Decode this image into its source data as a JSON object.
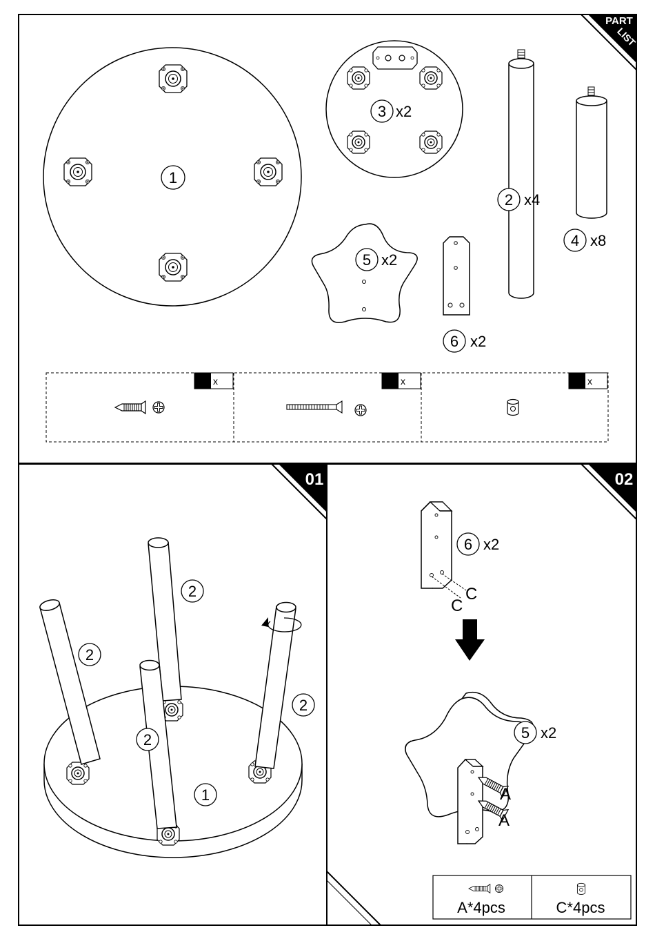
{
  "part_list": {
    "corner_label_line1": "PART",
    "corner_label_line2": "LIST",
    "parts": [
      {
        "number": "1",
        "qty": ""
      },
      {
        "number": "2",
        "qty": "x4"
      },
      {
        "number": "3",
        "qty": "x2"
      },
      {
        "number": "4",
        "qty": "x8"
      },
      {
        "number": "5",
        "qty": "x2"
      },
      {
        "number": "6",
        "qty": "x2"
      }
    ],
    "hardware": [
      {
        "qty_prefix": "x",
        "icon": "screw-icon"
      },
      {
        "qty_prefix": "x",
        "icon": "long-bolt-icon"
      },
      {
        "qty_prefix": "x",
        "icon": "barrel-nut-icon"
      }
    ]
  },
  "step1": {
    "number": "01",
    "labels": [
      "2",
      "2",
      "2",
      "2",
      "1"
    ]
  },
  "step2": {
    "number": "02",
    "part6_num": "6",
    "part6_qty": "x2",
    "part5_num": "5",
    "part5_qty": "x2",
    "letter_c": "C",
    "letter_a": "A",
    "legend": {
      "a_text": "A*4pcs",
      "c_text": "C*4pcs"
    }
  }
}
